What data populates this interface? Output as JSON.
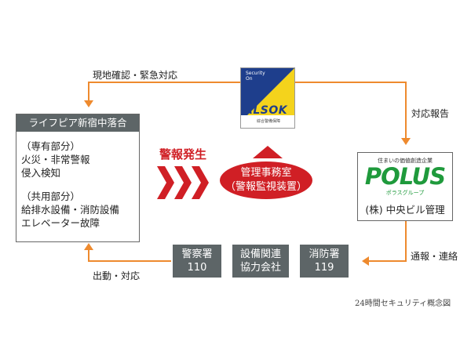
{
  "building": {
    "title": "ライフピア新宿中落合",
    "private_heading": "（専有部分）",
    "private_items": [
      "火災・非常警報",
      "侵入検知"
    ],
    "common_heading": "（共用部分）",
    "common_items": [
      "給排水設備・消防設備",
      "エレベーター故障"
    ]
  },
  "alsok": {
    "badge_line1": "Security",
    "badge_line2": "On",
    "logo_text": "ALSOK",
    "sub_text": "綜合警備保障"
  },
  "polus": {
    "tagline": "住まいの価値創造企業",
    "logo_text": "POLUS",
    "group_text": "ポラスグループ",
    "company": "(株) 中央ビル管理"
  },
  "alarm_label": "警報発生",
  "management": {
    "line1": "管理事務室",
    "line2": "（警報監視装置）"
  },
  "agencies": [
    {
      "line1": "警察署",
      "line2": "110"
    },
    {
      "line1": "設備関連",
      "line2": "協力会社"
    },
    {
      "line1": "消防署",
      "line2": "119"
    }
  ],
  "flow_labels": {
    "onsite": "現地確認・緊急対応",
    "report": "対応報告",
    "notify": "通報・連絡",
    "dispatch": "出動・対応"
  },
  "caption": "24時間セキュリティ概念図",
  "colors": {
    "arrow": "#ee8a2e",
    "alarm_red": "#d01f25",
    "dark_gray": "#5d6567",
    "polus_green": "#1f9a3c",
    "alsok_blue": "#1e3e8c",
    "alsok_yellow": "#f4d31c"
  }
}
